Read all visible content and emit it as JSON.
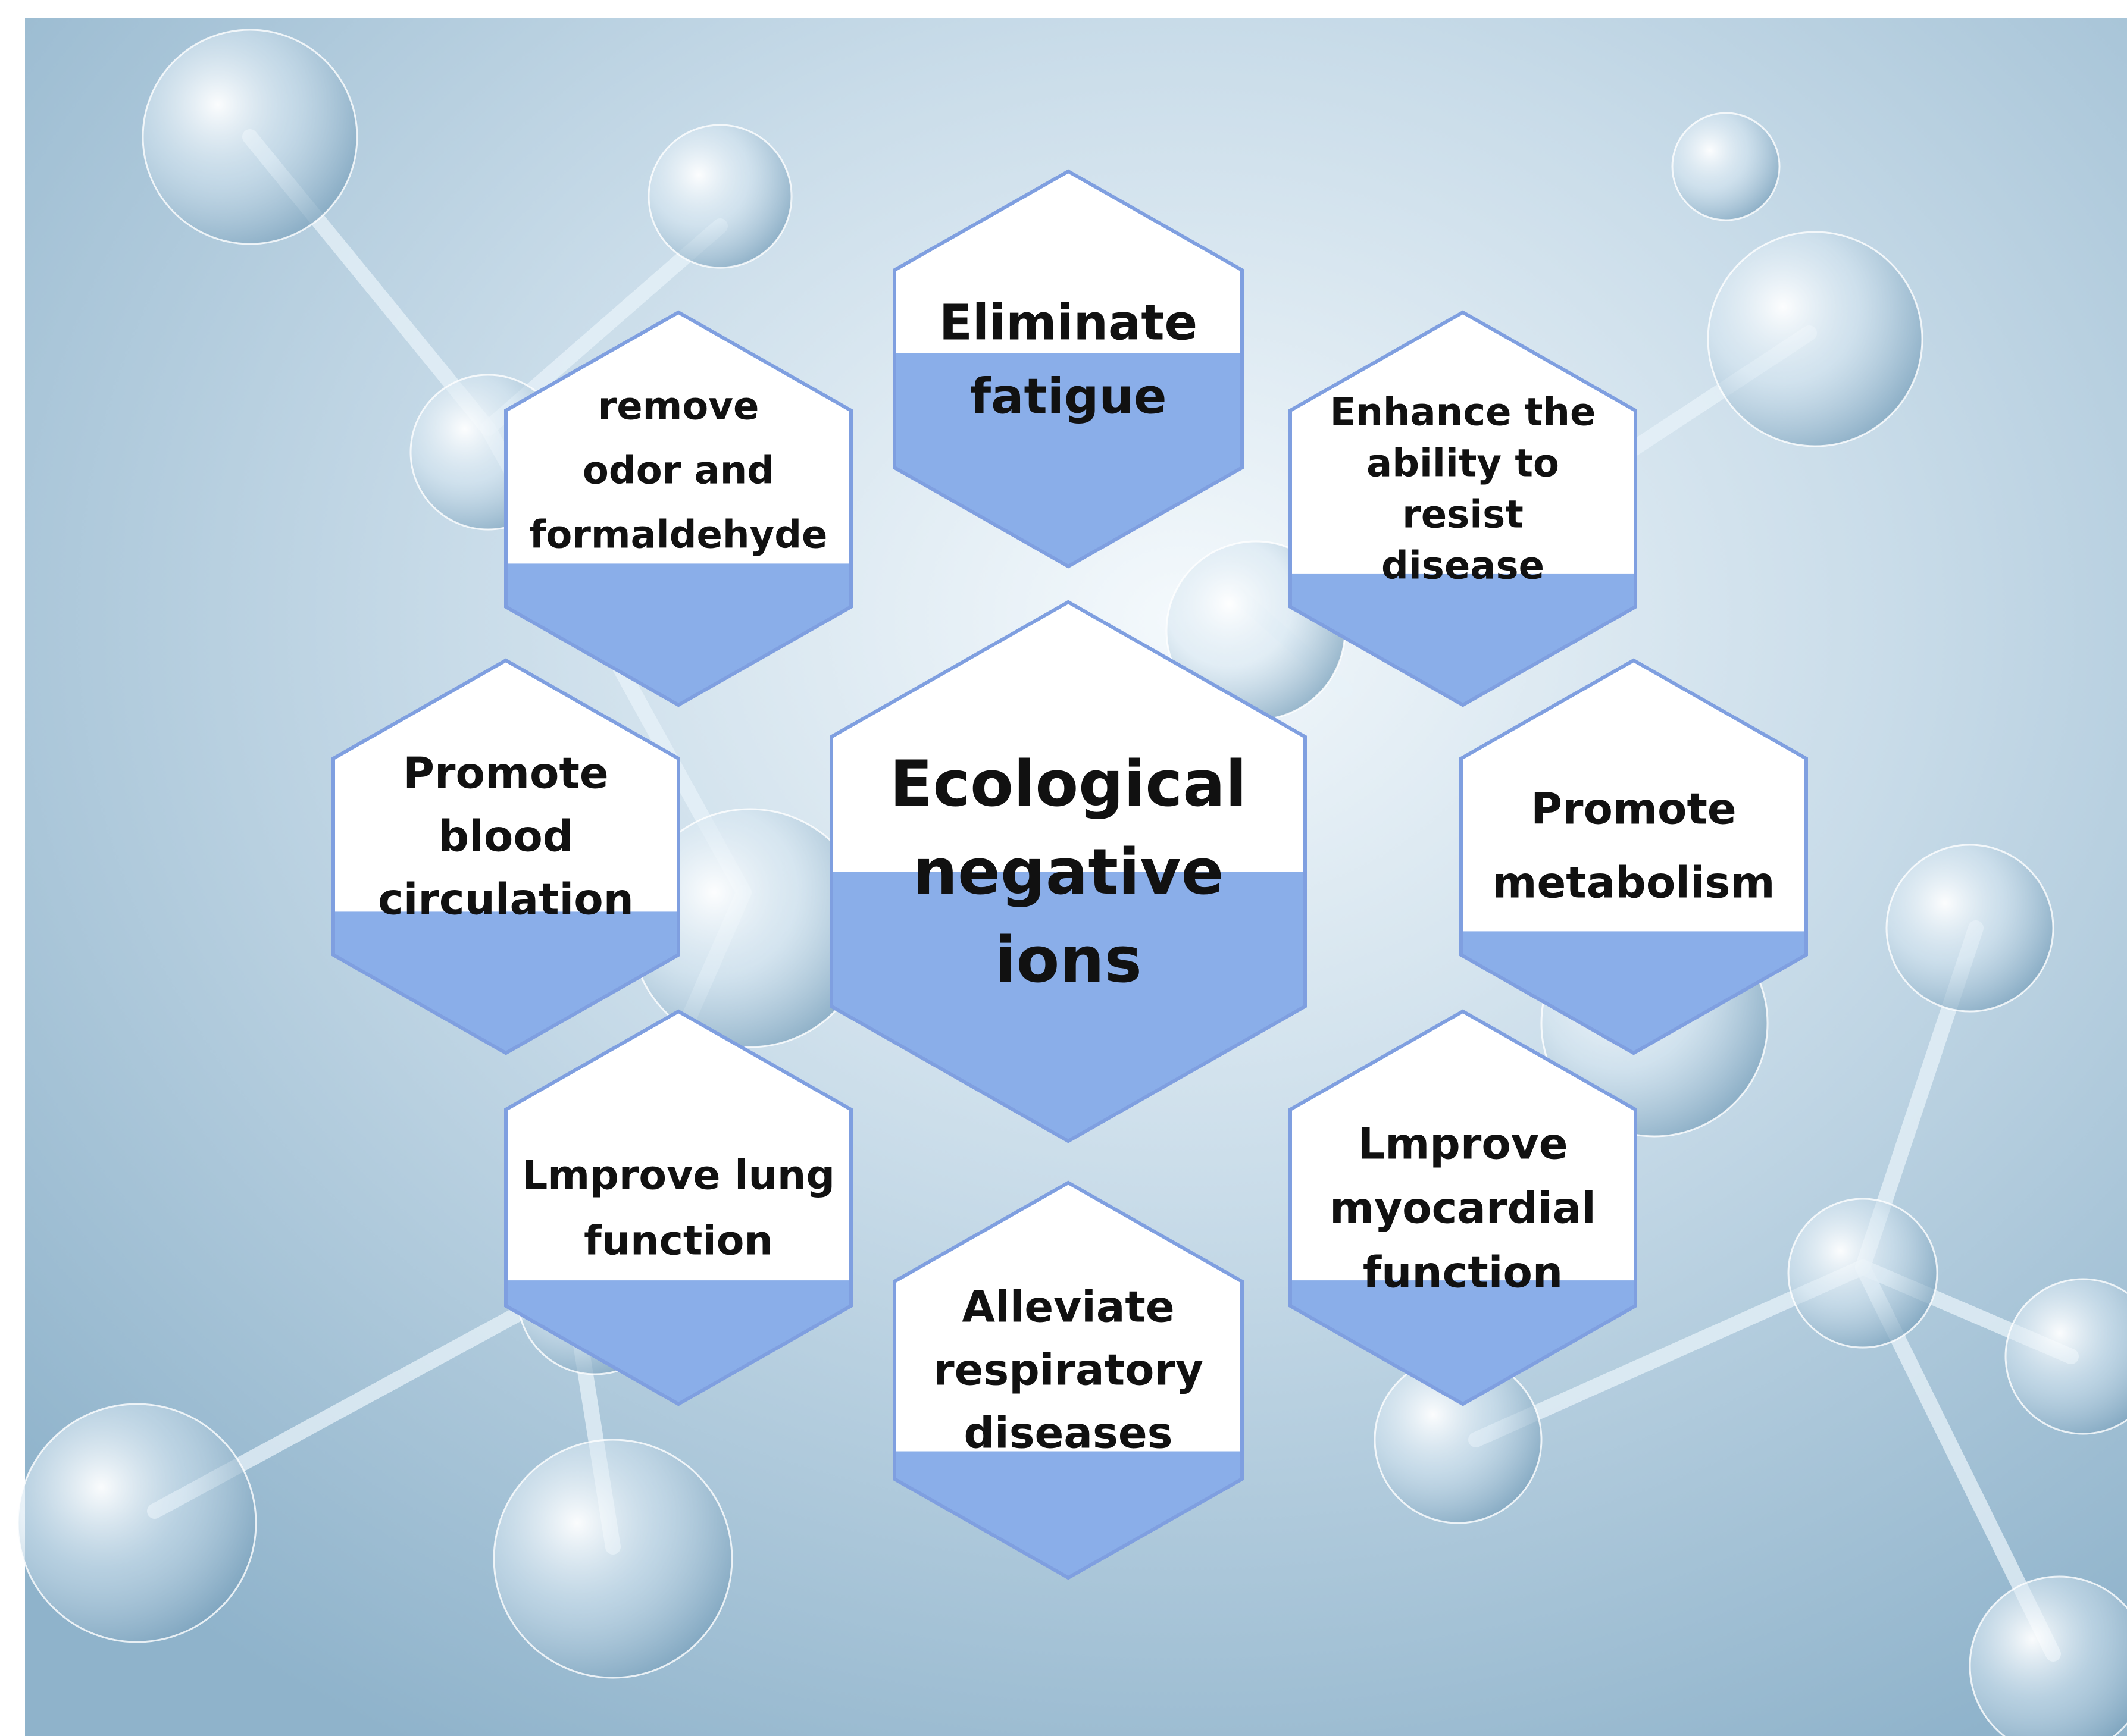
{
  "colors": {
    "hex_top": "#ffffff",
    "hex_bottom": "#8aaee9",
    "hex_outline": "#7f9fe0",
    "text": "#111111",
    "background_light": "#eef6fb",
    "background_mid": "#b7d1e2",
    "background_dark": "#8fb3cb",
    "molecule_glass": "#e3eff7"
  },
  "center": {
    "lines": [
      "Ecological",
      "negative",
      "ions"
    ]
  },
  "benefits": [
    {
      "id": "eliminate-fatigue",
      "lines": [
        "Eliminate",
        "fatigue"
      ]
    },
    {
      "id": "remove-odor",
      "lines": [
        "remove",
        "odor and",
        "formaldehyde"
      ]
    },
    {
      "id": "resist-disease",
      "lines": [
        "Enhance the",
        "ability to",
        "resist",
        "disease"
      ]
    },
    {
      "id": "blood-circulation",
      "lines": [
        "Promote",
        "blood",
        "circulation"
      ]
    },
    {
      "id": "metabolism",
      "lines": [
        "Promote",
        "metabolism"
      ]
    },
    {
      "id": "lung-function",
      "lines": [
        "Lmprove lung",
        "function"
      ]
    },
    {
      "id": "myocardial-function",
      "lines": [
        "Lmprove",
        "myocardial",
        "function"
      ]
    },
    {
      "id": "respiratory-diseases",
      "lines": [
        "Alleviate",
        "respiratory",
        "diseases"
      ]
    }
  ]
}
